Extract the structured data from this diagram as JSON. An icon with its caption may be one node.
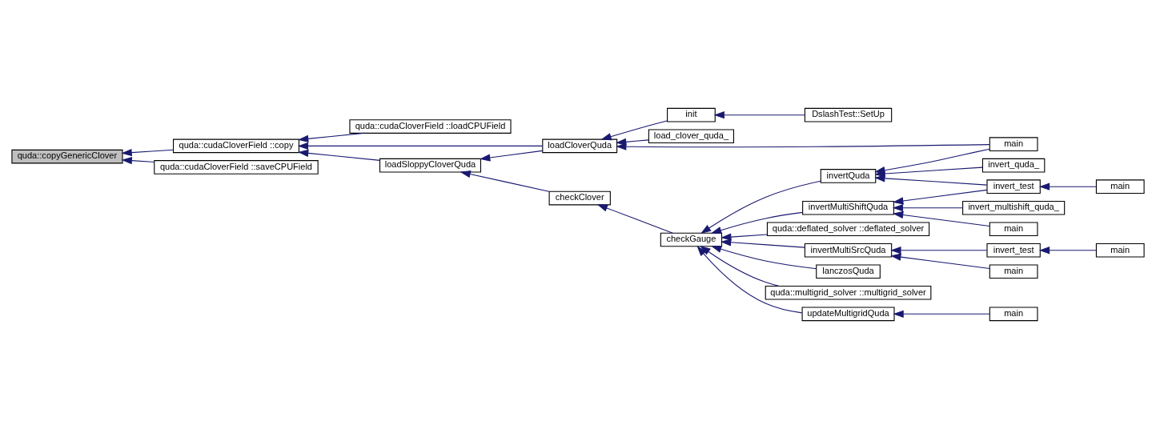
{
  "diagram": {
    "nodes": [
      {
        "text": [
          "quda::copyGenericClover"
        ]
      },
      {
        "text": [
          "quda::cudaCloverField ::copy"
        ]
      },
      {
        "text": [
          "quda::cudaCloverField ::saveCPUField"
        ]
      },
      {
        "text": [
          "quda::cudaCloverField ::loadCPUField"
        ]
      },
      {
        "text": [
          "loadCloverQuda"
        ]
      },
      {
        "text": [
          "loadSloppyCloverQuda"
        ]
      },
      {
        "text": [
          "init"
        ]
      },
      {
        "text": [
          "load_clover_quda_"
        ]
      },
      {
        "text": [
          "main"
        ]
      },
      {
        "text": [
          "DslashTest::SetUp"
        ]
      },
      {
        "text": [
          "checkClover"
        ]
      },
      {
        "text": [
          "checkGauge"
        ]
      },
      {
        "text": [
          "invertQuda"
        ]
      },
      {
        "text": [
          "invertMultiShiftQuda"
        ]
      },
      {
        "text": [
          "quda::deflated_solver ::deflated_solver"
        ]
      },
      {
        "text": [
          "invertMultiSrcQuda"
        ]
      },
      {
        "text": [
          "lanczosQuda"
        ]
      },
      {
        "text": [
          "quda::multigrid_solver ::multigrid_solver"
        ]
      },
      {
        "text": [
          "updateMultigridQuda"
        ]
      },
      {
        "text": [
          "invert_quda_"
        ]
      },
      {
        "text": [
          "invert_test"
        ]
      },
      {
        "text": [
          "invert_multishift_quda_"
        ]
      },
      {
        "text": [
          "main"
        ]
      },
      {
        "text": [
          "invert_test"
        ]
      },
      {
        "text": [
          "main"
        ]
      },
      {
        "text": [
          "main"
        ]
      },
      {
        "text": [
          "main"
        ]
      },
      {
        "text": [
          "main"
        ]
      }
    ],
    "edges": [
      {
        "from": 1,
        "to": 0,
        "arrow": "to"
      },
      {
        "from": 2,
        "to": 0,
        "arrow": "to"
      },
      {
        "from": 3,
        "to": 1,
        "arrow": "to"
      },
      {
        "from": 4,
        "to": 1,
        "arrow": "to"
      },
      {
        "from": 5,
        "to": 1,
        "arrow": "to"
      },
      {
        "from": 4,
        "to": 5,
        "arrow": "to"
      },
      {
        "from": 6,
        "to": 4,
        "arrow": "to"
      },
      {
        "from": 7,
        "to": 4,
        "arrow": "to"
      },
      {
        "from": 8,
        "to": 4,
        "arrow": "to"
      },
      {
        "from": 9,
        "to": 6,
        "arrow": "to"
      },
      {
        "from": 10,
        "to": 5,
        "arrow": "to"
      },
      {
        "from": 11,
        "to": 10,
        "arrow": "to"
      },
      {
        "from": 12,
        "to": 11,
        "arrow": "to"
      },
      {
        "from": 13,
        "to": 11,
        "arrow": "to"
      },
      {
        "from": 14,
        "to": 11,
        "arrow": "to"
      },
      {
        "from": 15,
        "to": 11,
        "arrow": "to"
      },
      {
        "from": 16,
        "to": 11,
        "arrow": "to"
      },
      {
        "from": 17,
        "to": 11,
        "arrow": "to"
      },
      {
        "from": 18,
        "to": 11,
        "arrow": "to"
      },
      {
        "from": 8,
        "to": 12,
        "arrow": "to"
      },
      {
        "from": 19,
        "to": 12,
        "arrow": "to"
      },
      {
        "from": 20,
        "to": 12,
        "arrow": "to"
      },
      {
        "from": 20,
        "to": 13,
        "arrow": "to"
      },
      {
        "from": 21,
        "to": 13,
        "arrow": "to"
      },
      {
        "from": 22,
        "to": 13,
        "arrow": "to"
      },
      {
        "from": 23,
        "to": 15,
        "arrow": "to"
      },
      {
        "from": 24,
        "to": 15,
        "arrow": "to"
      },
      {
        "from": 25,
        "to": 18,
        "arrow": "to"
      },
      {
        "from": 26,
        "to": 20,
        "arrow": "to"
      },
      {
        "from": 27,
        "to": 23,
        "arrow": "to"
      }
    ]
  }
}
